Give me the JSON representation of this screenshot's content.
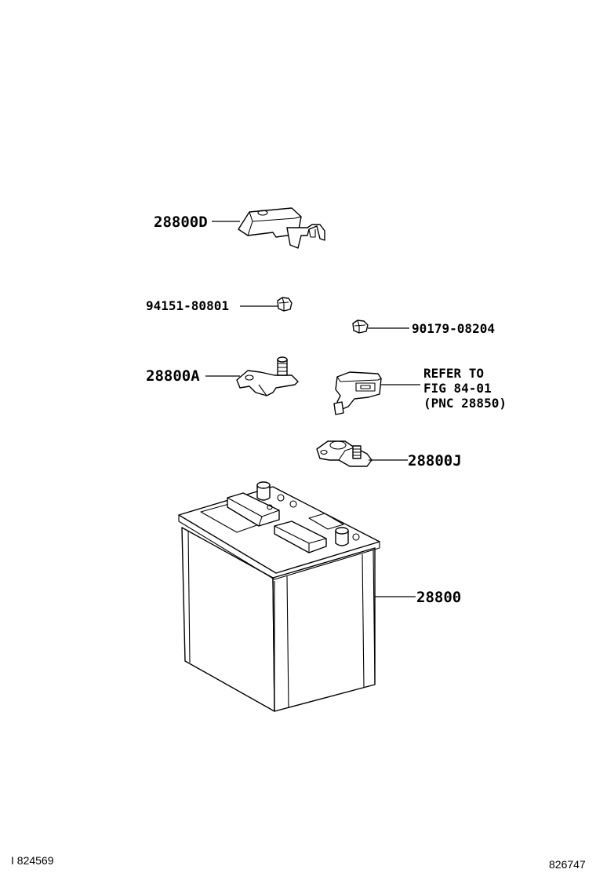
{
  "callouts": {
    "cover_part": "28800D",
    "nut_part_a": "94151-80801",
    "nut_part_b": "90179-08204",
    "terminal_pos_part": "28800A",
    "terminal_neg_part": "28800J",
    "battery_part": "28800",
    "refer_line1": "REFER TO",
    "refer_line2": "FIG 84-01",
    "refer_line3": "(PNC 28850)"
  },
  "footer": {
    "left_code": "I  824569",
    "right_code": "826747"
  }
}
